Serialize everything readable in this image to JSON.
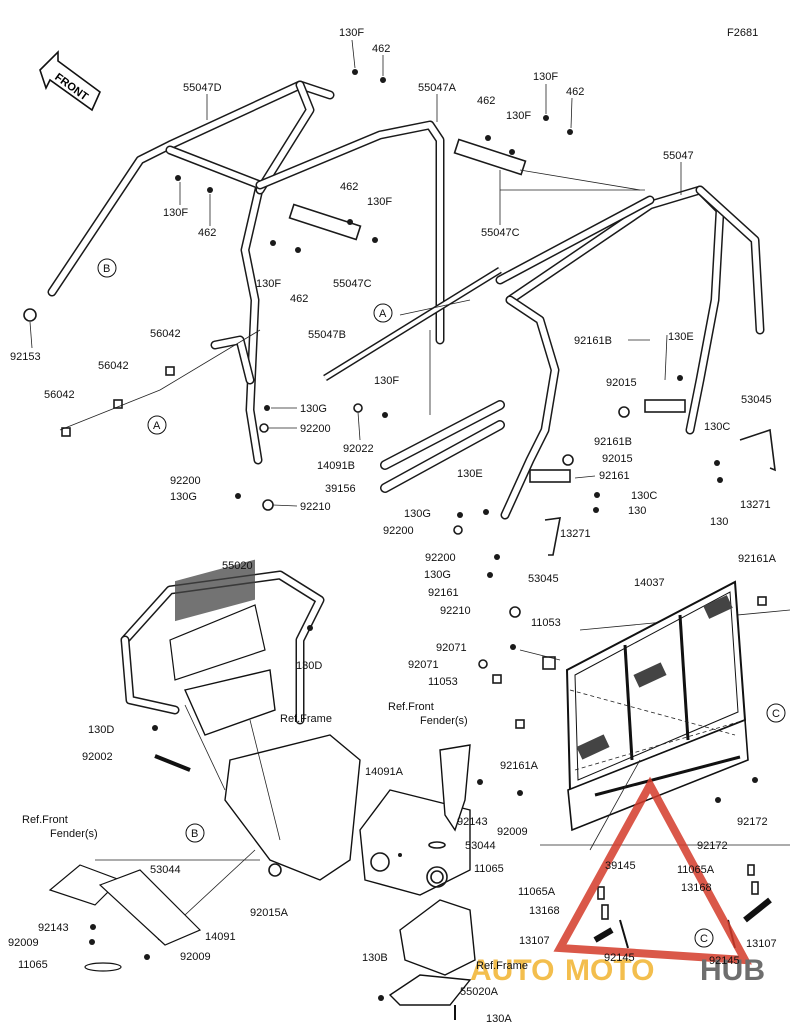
{
  "figure_code": "F2681",
  "front_label": "FRONT",
  "watermark": {
    "text_left": "AUTO",
    "text_mid": "MOTO",
    "text_right": "HUB"
  },
  "ref_notes": {
    "ref_frame_1": "Ref.Frame",
    "ref_front_fender_1_a": "Ref.Front",
    "ref_front_fender_1_b": "Fender(s)",
    "ref_front_fender_2_a": "Ref.Front",
    "ref_front_fender_2_b": "Fender(s)",
    "ref_frame_2": "Ref.Frame"
  },
  "callouts": {
    "a": "A",
    "b": "B",
    "c": "C"
  },
  "labels": {
    "p130f_1": "130F",
    "p462_1": "462",
    "p55047d": "55047D",
    "p55047a": "55047A",
    "p130f_2": "130F",
    "p462_2": "462",
    "p462_3": "462",
    "p130f_3": "130F",
    "p55047": "55047",
    "p130f_4": "130F",
    "p462_4": "462",
    "p462_5": "462",
    "p130f_5": "130F",
    "p55047c_1": "55047C",
    "p130f_6": "130F",
    "p462_6": "462",
    "p55047c_2": "55047C",
    "p92153": "92153",
    "p56042_1": "56042",
    "p56042_2": "56042",
    "p56042_3": "56042",
    "p55047b": "55047B",
    "p130f_7": "130F",
    "p130g_1": "130G",
    "p92200_1": "92200",
    "p92022": "92022",
    "p14091b": "14091B",
    "p39156": "39156",
    "p92200_2": "92200",
    "p130g_2": "130G",
    "p92210_1": "92210",
    "p92161b_1": "92161B",
    "p130e_1": "130E",
    "p92015_1": "92015",
    "p53045_1": "53045",
    "p130c_1": "130C",
    "p92161b_2": "92161B",
    "p92015_2": "92015",
    "p92161_1": "92161",
    "p13271_1": "13271",
    "p130_1": "130",
    "p130e_2": "130E",
    "p130c_2": "130C",
    "p130g_3": "130G",
    "p130_2": "130",
    "p92200_3": "92200",
    "p13271_2": "13271",
    "p92200_4": "92200",
    "p130g_4": "130G",
    "p53045_2": "53045",
    "p92161_2": "92161",
    "p92210_2": "92210",
    "p55020": "55020",
    "p14037": "14037",
    "p92161a_1": "92161A",
    "p130d_1": "130D",
    "p11053_1": "11053",
    "p92071_1": "92071",
    "p92071_2": "92071",
    "p11053_2": "11053",
    "p130d_2": "130D",
    "p92002": "92002",
    "p92161a_2": "92161A",
    "p14091a": "14091A",
    "p92143_1": "92143",
    "p92009_1": "92009",
    "p53044_1": "53044",
    "p11065_1": "11065",
    "p53044_2": "53044",
    "p92015a": "92015A",
    "p92172_1": "92172",
    "p92172_2": "92172",
    "p39145": "39145",
    "p11065a_1": "11065A",
    "p13168_1": "13168",
    "p11065a_2": "11065A",
    "p13168_2": "13168",
    "p92143_2": "92143",
    "p92009_2": "92009",
    "p14091": "14091",
    "p92009_3": "92009",
    "p11065_2": "11065",
    "p13107_1": "13107",
    "p90245_1": "92145",
    "p13107_2": "13107",
    "p90245_2": "92145",
    "p130b": "130B",
    "p55020a": "55020A",
    "p130a": "130A"
  }
}
